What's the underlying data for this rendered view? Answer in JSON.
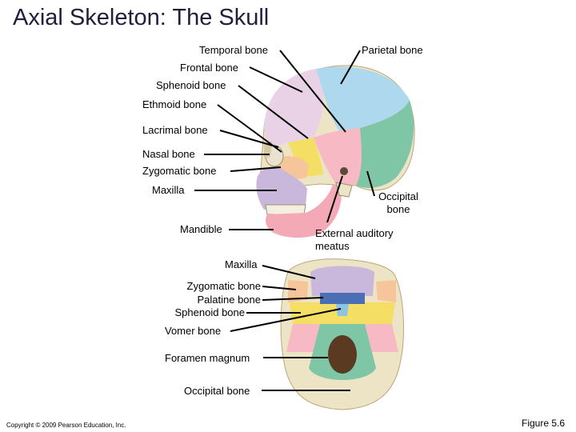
{
  "title": "Axial Skeleton: The Skull",
  "lateral_view": {
    "labels": {
      "temporal": "Temporal bone",
      "parietal": "Parietal bone",
      "frontal": "Frontal bone",
      "sphenoid": "Sphenoid bone",
      "ethmoid": "Ethmoid bone",
      "lacrimal": "Lacrimal bone",
      "nasal": "Nasal bone",
      "zygomatic": "Zygomatic bone",
      "maxilla": "Maxilla",
      "mandible": "Mandible",
      "occipital_line1": "Occipital",
      "occipital_line2": "bone",
      "auditory_line1": "External auditory",
      "auditory_line2": "meatus"
    }
  },
  "inferior_view": {
    "labels": {
      "maxilla": "Maxilla",
      "zygomatic": "Zygomatic bone",
      "palatine": "Palatine bone",
      "sphenoid": "Sphenoid bone",
      "vomer": "Vomer bone",
      "foramen": "Foramen magnum",
      "occipital": "Occipital bone"
    }
  },
  "footer": {
    "copyright": "Copyright © 2009 Pearson Education, Inc.",
    "figure": "Figure 5.6"
  },
  "colors": {
    "frontal": "#e9d2e6",
    "parietal": "#aed8ee",
    "temporal": "#f7b9c4",
    "sphenoid": "#f5de64",
    "occipital": "#7fc6a6",
    "zygomatic": "#f6c59a",
    "maxilla": "#c9b7dc",
    "mandible": "#f3a9b6",
    "palatine": "#4a6fb5",
    "vomer": "#8dc3e3",
    "bone": "#ede4c6"
  }
}
